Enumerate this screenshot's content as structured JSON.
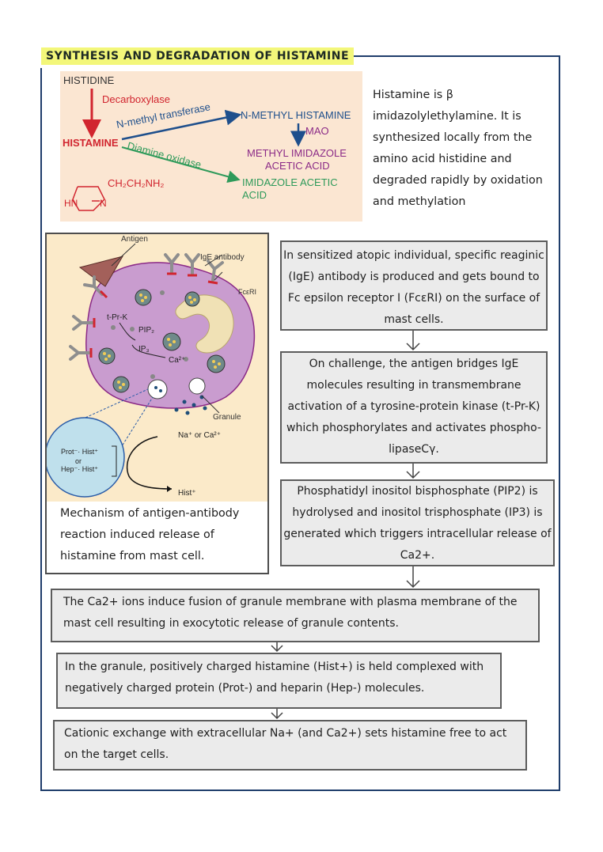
{
  "title": "SYNTHESIS AND DEGRADATION OF HISTAMINE",
  "pathway": {
    "histidine": "HISTIDINE",
    "decarboxylase": "Decarboxylase",
    "histamine": "HISTAMINE",
    "n_methyl_transferase": "N-methyl transferase",
    "n_methyl_histamine": "N-METHYL HISTAMINE",
    "mao": "MAO",
    "methyl_imidazole_line1": "METHYL IMIDAZOLE",
    "methyl_imidazole_line2": "ACETIC ACID",
    "diamine_oxidase": "Diamine oxidase",
    "imidazole_line1": "IMIDAZOLE ACETIC",
    "imidazole_line2": "ACID",
    "side_chain": "CH₂CH₂NH₂",
    "ring_hn": "HN",
    "ring_n": "N"
  },
  "intro_text": "Histamine is β imidazolylethylamine. It is synthesized locally from the amino acid histidine and degraded rapidly by oxidation and methylation",
  "mast_cell": {
    "antigen": "Antigen",
    "ige_antibody": "IgE antibody",
    "fc_receptor": "FcεRI",
    "t_pr_k": "t-Pr-K",
    "pip2": "PIP₂",
    "ip3": "IP₃",
    "ca2": "Ca²⁺",
    "granule": "Granule",
    "na_ca": "Na⁺ or Ca²⁺",
    "prot_hist": "Prot⁻· Hist⁺",
    "or": "or",
    "hep_hist": "Hep⁻· Hist⁺",
    "hist": "Hist⁺"
  },
  "caption": "Mechanism of antigen-antibody reaction induced release of histamine from mast cell.",
  "steps": [
    "In sensitized atopic individual, specific reaginic (IgE) antibody is produced and gets bound to Fc epsilon receptor I (FcεRI) on the surface of mast cells.",
    "On challenge, the antigen bridges IgE molecules resulting in transmembrane activation of a tyrosine-protein kinase (t-Pr-K) which phosphorylates and activates phospho- lipaseCγ.",
    "Phosphatidyl inositol bisphosphate (PIP2) is hydrolysed and inositol trisphosphate (IP3) is generated which triggers intracellular release of Ca2+.",
    "The Ca2+ ions induce fusion of granule membrane with plasma membrane of the mast cell resulting in exocytotic release of granule contents.",
    "In the granule, positively charged histamine (Hist+) is held complexed with negatively charged protein (Prot-) and heparin (Hep-) molecules.",
    "Cationic exchange with extracellular Na+ (and Ca2+) sets histamine free to act on the target cells."
  ],
  "colors": {
    "frame": "#1f3d6b",
    "title_highlight": "#f3f77a",
    "pathway_bg": "#fbe6d2",
    "red": "#d1252f",
    "blue": "#1e4f8c",
    "green": "#2e9a5a",
    "purple": "#8b2a87",
    "cell": "#c99ccf",
    "step_box": "#ebebeb"
  }
}
